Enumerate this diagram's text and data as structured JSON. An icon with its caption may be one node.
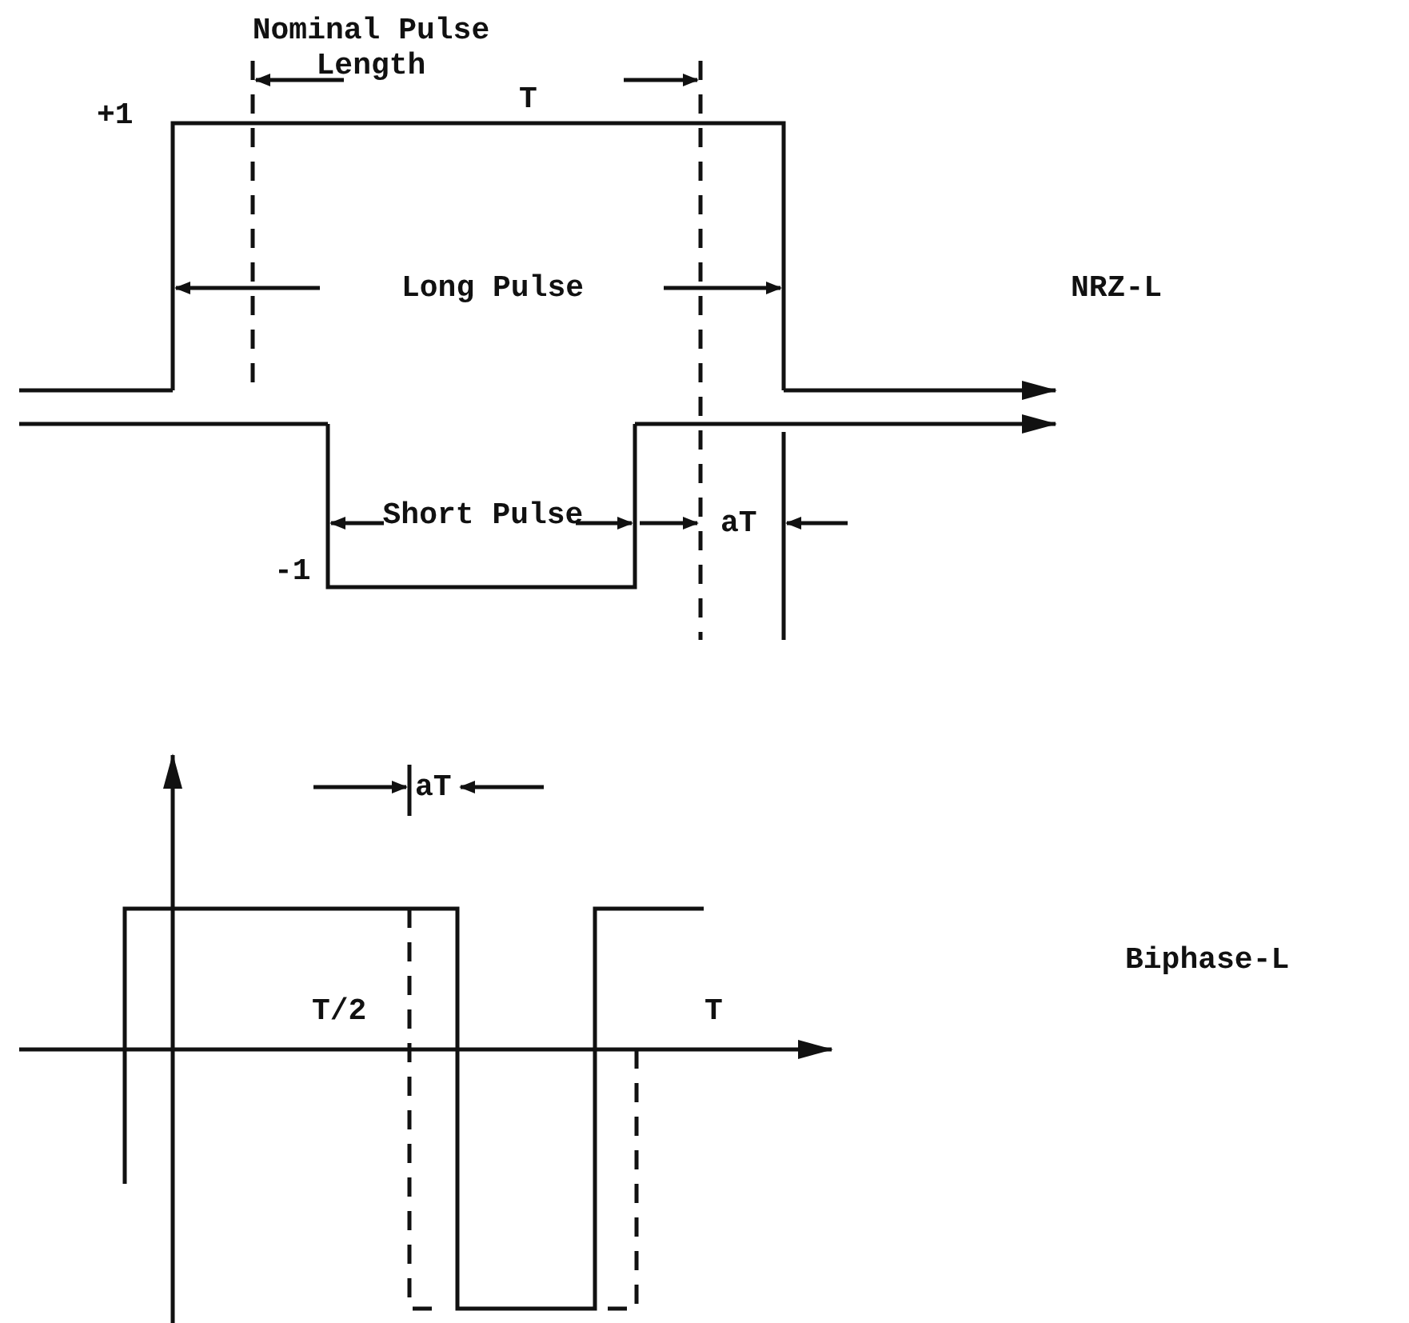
{
  "diagram": {
    "labels": [
      "Nominal Pulse Length",
      "T",
      "+1",
      "Long Pulse",
      "NRZ-L",
      "Short Pulse",
      "aT",
      "-1",
      "aT",
      "T/2",
      "T",
      "Biphase-L"
    ]
  }
}
